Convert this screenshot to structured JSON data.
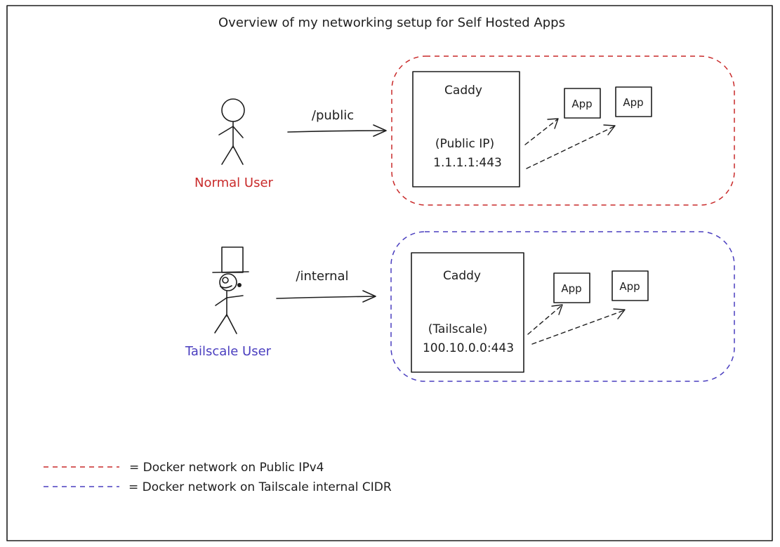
{
  "title": "Overview of my networking setup for Self Hosted Apps",
  "public_section": {
    "user_label": "Normal User",
    "route_label": "/public",
    "proxy_name": "Caddy",
    "proxy_detail": "(Public IP)",
    "proxy_address": "1.1.1.1:443",
    "apps": [
      "App",
      "App"
    ]
  },
  "internal_section": {
    "user_label": "Tailscale User",
    "route_label": "/internal",
    "proxy_name": "Caddy",
    "proxy_detail": "(Tailscale)",
    "proxy_address": "100.10.0.0:443",
    "apps": [
      "App",
      "App"
    ]
  },
  "legend": [
    {
      "text": "= Docker network on Public IPv4",
      "color": "#c92a2a"
    },
    {
      "text": "= Docker network on Tailscale internal CIDR",
      "color": "#4a3ebf"
    }
  ],
  "colors": {
    "public": "#c92a2a",
    "internal": "#4a3ebf",
    "ink": "#1e1e1e"
  }
}
